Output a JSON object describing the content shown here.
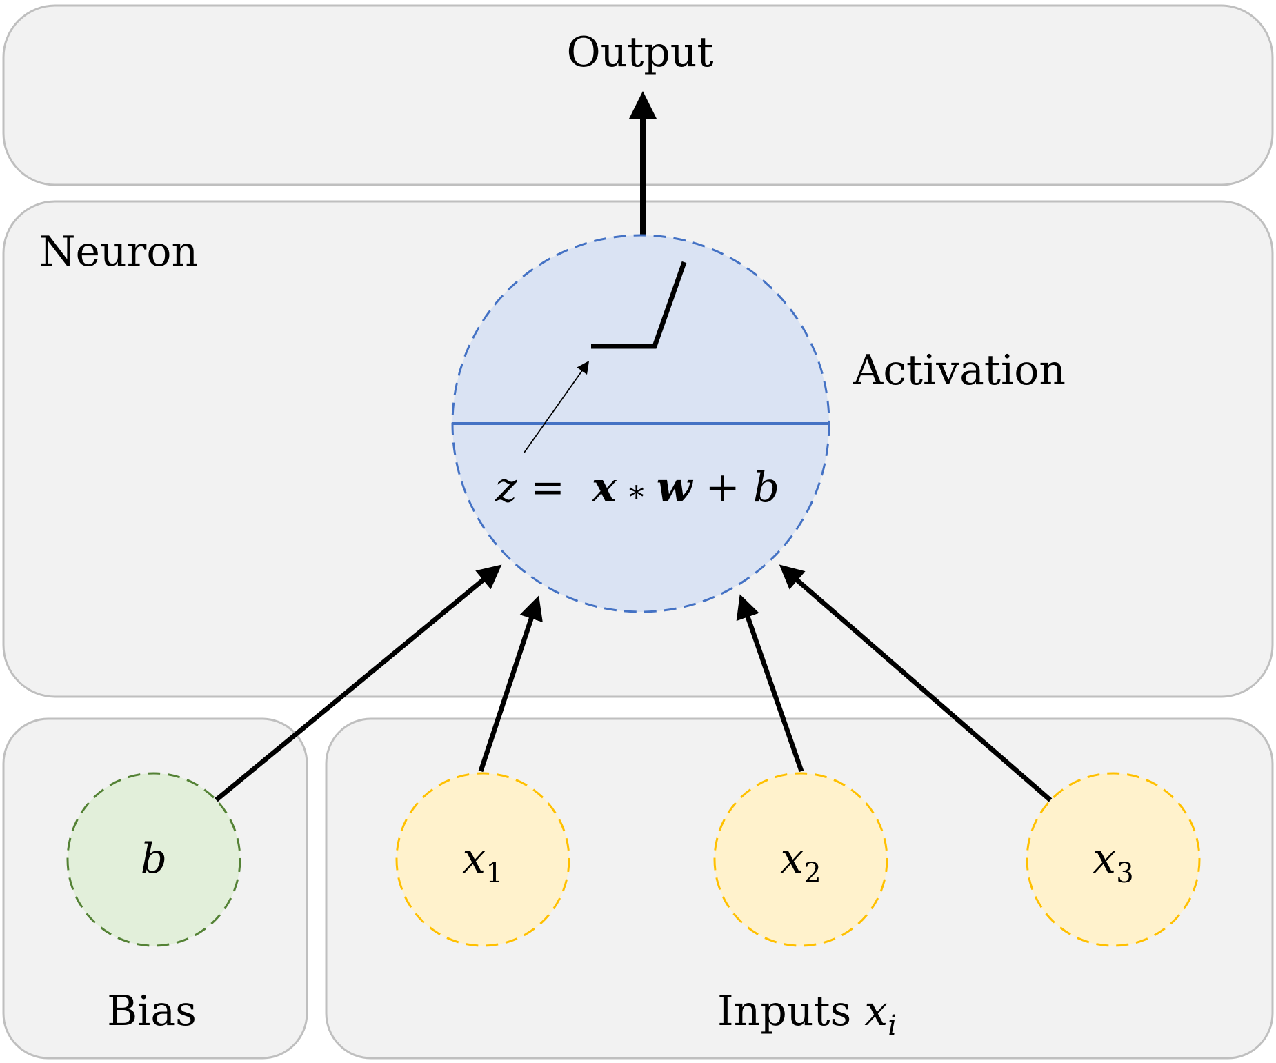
{
  "labels": {
    "output": "Output",
    "neuron": "Neuron",
    "activation": "Activation",
    "bias": "Bias",
    "inputs_prefix": "Inputs ",
    "inputs_var": "x",
    "inputs_sub": "i"
  },
  "formula": {
    "lhs": "z",
    "eq": " = ",
    "x": "x",
    "times": " ∗ ",
    "w": "w",
    "plus": " + ",
    "b": "b"
  },
  "nodes": {
    "bias": {
      "var": "b"
    },
    "inputs": [
      {
        "var": "x",
        "sub": "1"
      },
      {
        "var": "x",
        "sub": "2"
      },
      {
        "var": "x",
        "sub": "3"
      }
    ]
  },
  "colors": {
    "panel_fill": "#f2f2f2",
    "panel_stroke": "#bfbfbf",
    "neuron_fill": "#dae3f3",
    "neuron_stroke": "#4472c4",
    "bias_fill": "#e2efda",
    "bias_stroke": "#548235",
    "input_fill": "#fff2cc",
    "input_stroke": "#ffc000",
    "arrow": "#000000"
  }
}
